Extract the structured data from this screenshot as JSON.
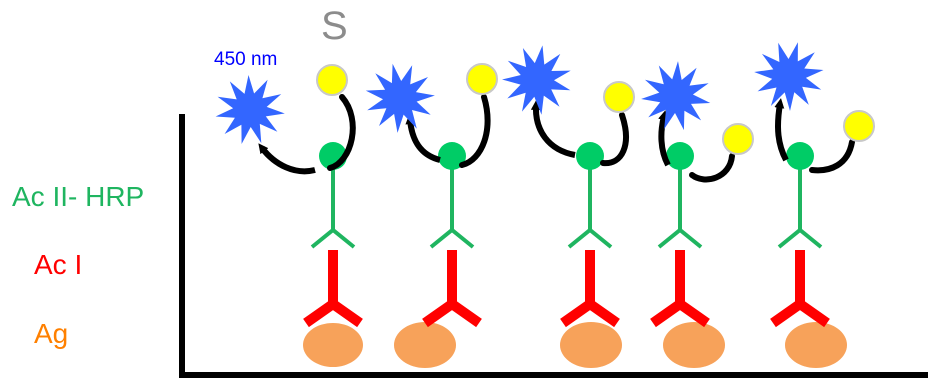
{
  "labels": {
    "substrate": "S",
    "wavelength": "450 nm",
    "secondary_antibody": "Ac II- HRP",
    "primary_antibody": "Ac I",
    "antigen": "Ag"
  },
  "colors": {
    "secondary_antibody": "#1fb560",
    "hrp_enzyme": "#00cc66",
    "primary_antibody": "#ff0000",
    "antigen": "#f7a25a",
    "substrate": "#ffff00",
    "product": "#3366ff",
    "label_antigen": "#ff8000",
    "axis": "#000000"
  },
  "units": [
    {
      "substrate_side": "above",
      "arrow_side": "left"
    },
    {
      "substrate_side": "above",
      "arrow_side": "up-left"
    },
    {
      "substrate_side": "right",
      "arrow_side": "up"
    },
    {
      "substrate_side": "right",
      "arrow_side": "up"
    },
    {
      "substrate_side": "right",
      "arrow_side": "up"
    }
  ]
}
